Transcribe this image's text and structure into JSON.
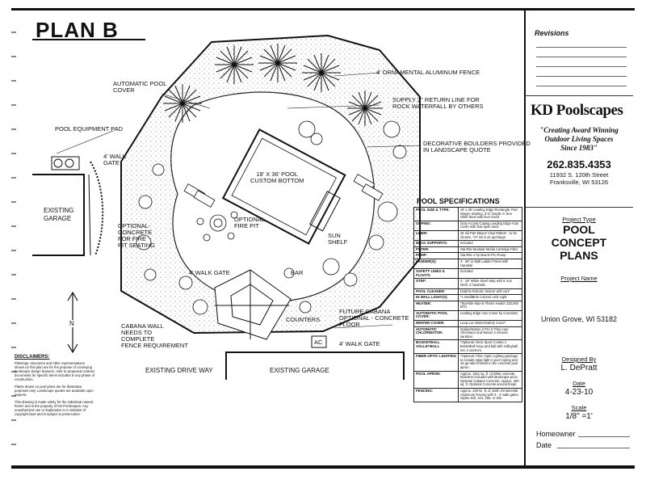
{
  "plan": {
    "title": "PLAN B",
    "labels": {
      "fence": "4' ORNAMENTAL ALUMINUM FENCE",
      "pool_cover": "AUTOMATIC POOL\nCOVER",
      "supply": "SUPPLY 2\" RETURN LINE FOR\nROCK WATERFALL BY OTHERS",
      "equipment_pad": "POOL EQUIPMENT PAD",
      "walk_gate_1": "4' WALK\nGATE",
      "boulders": "DECORATIVE BOULDERS PROVIDED\nIN LANDSCAPE QUOTE",
      "pool_size": "18' x 36' POOL\nCUSTOM BOTTOM",
      "existing_garage_1": "EXISTING\nGARAGE",
      "concrete_pit": "OPTIONAL-\nCONCRETE\nFOR FIRE\nPIT SEATING",
      "fire_pit": "OPTIONAL\nFIRE PIT",
      "sun_shelf": "SUN\nSHELF",
      "bar": "BAR",
      "walk_gate_2": "4' WALK GATE",
      "cabana": "FUTURE CABANA\nOPTIONAL - CONCRETE\nFLOOR",
      "counters": "COUNTERS",
      "ac": "AC",
      "cabana_wall": "CABANA WALL\nNEEDS TO\nCOMPLETE\nFENCE REQUIREMENT",
      "walk_gate_3": "4' WALK GATE",
      "driveway": "EXISTING DRIVE WAY",
      "existing_garage_2": "EXISTING GARAGE",
      "north": "N"
    }
  },
  "disclaimers": {
    "title": "DISCLAIMERS:",
    "p1": "Plantings, structures and other representations shown on this plan are for the purpose of conveying landscape design features, refer to proposed contract documents for specific items included in any phase of construction.",
    "p2": "Plants drawn on pool plans are for illustrative purposes only. Landscape quotes are available upon request.",
    "p3": "This drawing is made solely for the individual named herein and is the property of KD Poolscapes. Any unauthorized use or duplication is in violation of copyright laws and is subject to prosecution."
  },
  "specs": {
    "title": "POOL SPECIFICATIONS",
    "rows": [
      {
        "k": "POOL SIZE & TYPE:",
        "v": "18' x 36' Leading Edge Rectangle; Part Wayne Sterling: 3'-6\" Depth; 6' Sun Shelf Steel with liner insert"
      },
      {
        "k": "COPING:",
        "v": "Gray Accent Coping Leading Edge Auto Cover with flow optic track."
      },
      {
        "k": "LINER:",
        "v": "28 mil Part Mason Vinyl Pattern - to be chosen. *27 mil is an upcharge"
      },
      {
        "k": "DECK SUPPORTS:",
        "v": "Included"
      },
      {
        "k": "FILTER:",
        "v": "Sta-Rite Modular Media Cartridge Filter"
      },
      {
        "k": "PUMP:",
        "v": "Sta-Rite 1 hp Max-E-Pro Pump"
      },
      {
        "k": "LADDER(S):",
        "v": "3 - 36\" in Wall Ladder Panel with Handrail"
      },
      {
        "k": "SAFETY LINES & FLOATS:",
        "v": "Included"
      },
      {
        "k": "STEP:",
        "v": "3 - 18\" White Steel Step with 6' sun shelf; 2 handrails"
      },
      {
        "k": "POOL CLEANER:",
        "v": "Dolphin Robotic cleaner with cart*"
      },
      {
        "k": "IN WALL LIGHT(S):",
        "v": "*1 IntelliBrite Colored LED Light"
      },
      {
        "k": "HEATER:",
        "v": "*Sta-Rite Max-E-Therm Heater 333,000 BTU"
      },
      {
        "k": "AUTOMATIC POOL COVER:",
        "v": "Leading Edge Auto Cover by Coverstar"
      },
      {
        "k": "WINTER COVER:",
        "v": "Loop-Loc Winter/Safety Cover*"
      },
      {
        "k": "AUTOMATIC CHLORINATOR:",
        "v": "Zodiac/Nature 2 Pro G Plus Auto chlorinator and Nature 2 mineral sanitizer."
      },
      {
        "k": "BASKETBALL VOLLEYBALL",
        "v": "*Optional: Deck Sport Combo 1 basketball hoop and ball with Volleyball net, 2 anchors."
      },
      {
        "k": "FIBER OPTIC LIGHTING",
        "v": "*Optional: Fiber Optic Lighting package to include edge light in pool coping and 15 ga-rails finished in the concrete pool apron."
      },
      {
        "k": "POOL APRON:",
        "v": "Approx. 1911 sq. ft. of white concrete. Boulders included with landscape price. Optional Cabana Concrete: Approx. 400 sq. ft. Optional Concrete around firepit."
      },
      {
        "k": "FENCING:",
        "v": "Approx. 229 lin. ft. of Jerith Ornamental Aluminum fencing with 3 - 4' walk gates. Styles 100, 101, 200, or 202."
      }
    ]
  },
  "sidebar": {
    "revisions": "Revisions",
    "logo": "KD Poolscapes",
    "tagline": "\"Creating Award Winning\nOutdoor Living Spaces\nSince 1983\"",
    "phone": "262.835.4353",
    "address": "11932 S. 120th Street\nFranksville, WI 53126",
    "project_type_label": "Project Type",
    "project_type": "POOL\nCONCEPT\nPLANS",
    "project_name_label": "Project Name",
    "project_name": "Union Grove, WI 53182",
    "designed_by_label": "Designed By",
    "designed_by": "L. DePratt",
    "date_label": "Date",
    "date": "4-23-10",
    "scale_label": "Scale",
    "scale": "1/8\" =1'",
    "homeowner_label": "Homeowner",
    "homeowner_date_label": "Date"
  }
}
